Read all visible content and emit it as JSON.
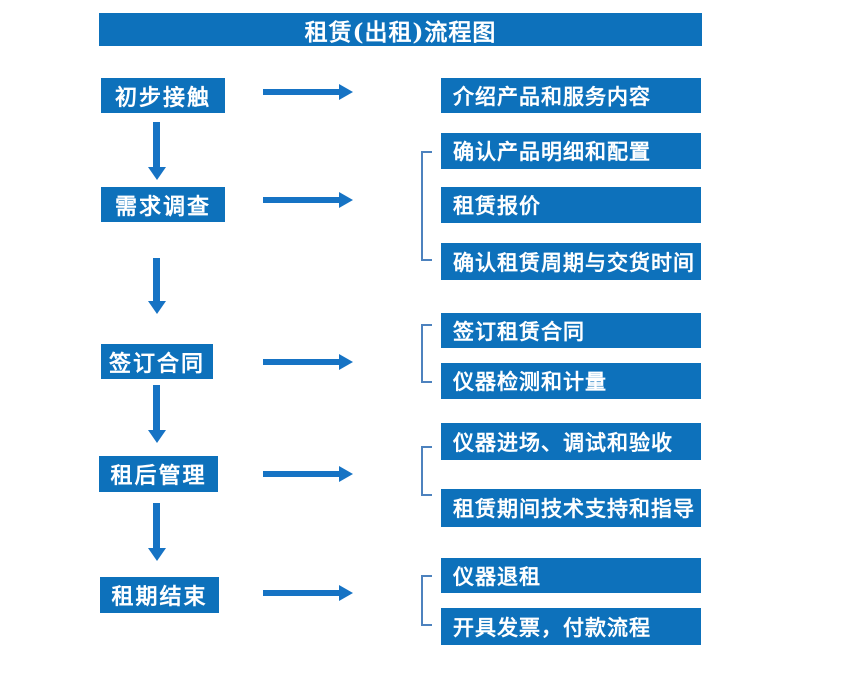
{
  "title": "租赁(出租)流程图",
  "colors": {
    "box_blue": "#0d71bb",
    "arrow_blue": "#1673c4",
    "bracket_blue": "#4d82be",
    "text_white": "#ffffff",
    "background": "#ffffff"
  },
  "stages": [
    {
      "label": "初步接触",
      "outputs": [
        "介绍产品和服务内容"
      ]
    },
    {
      "label": "需求调查",
      "outputs": [
        "确认产品明细和配置",
        "租赁报价",
        "确认租赁周期与交货时间"
      ]
    },
    {
      "label": "签订合同",
      "outputs": [
        "签订租赁合同",
        "仪器检测和计量"
      ]
    },
    {
      "label": "租后管理",
      "outputs": [
        "仪器进场、调试和验收",
        "租赁期间技术支持和指导"
      ]
    },
    {
      "label": "租期结束",
      "outputs": [
        "仪器退租",
        "开具发票，付款流程"
      ]
    }
  ]
}
